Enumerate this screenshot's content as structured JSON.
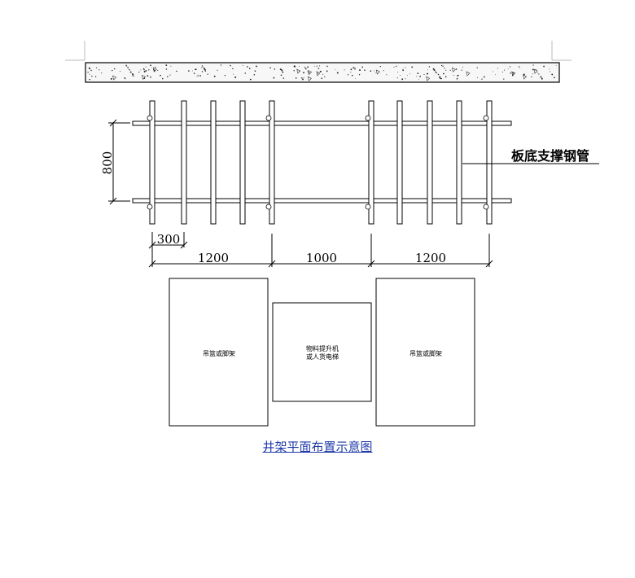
{
  "drawing": {
    "dimension_vertical": "800",
    "dimension_spacing": "300",
    "dimensions_horizontal": [
      "1200",
      "1000",
      "1200"
    ],
    "support_label": "板底支撑钢管",
    "boxes": {
      "left": "吊篮或脚架",
      "center_line1": "物料提升机",
      "center_line2": "或人货电梯",
      "right": "吊篮或脚架"
    },
    "caption": "井架平面布置示意图"
  },
  "colors": {
    "lines": "#000000",
    "caption": "#1f3aa8",
    "slab_fill": "#f7f7f7"
  }
}
